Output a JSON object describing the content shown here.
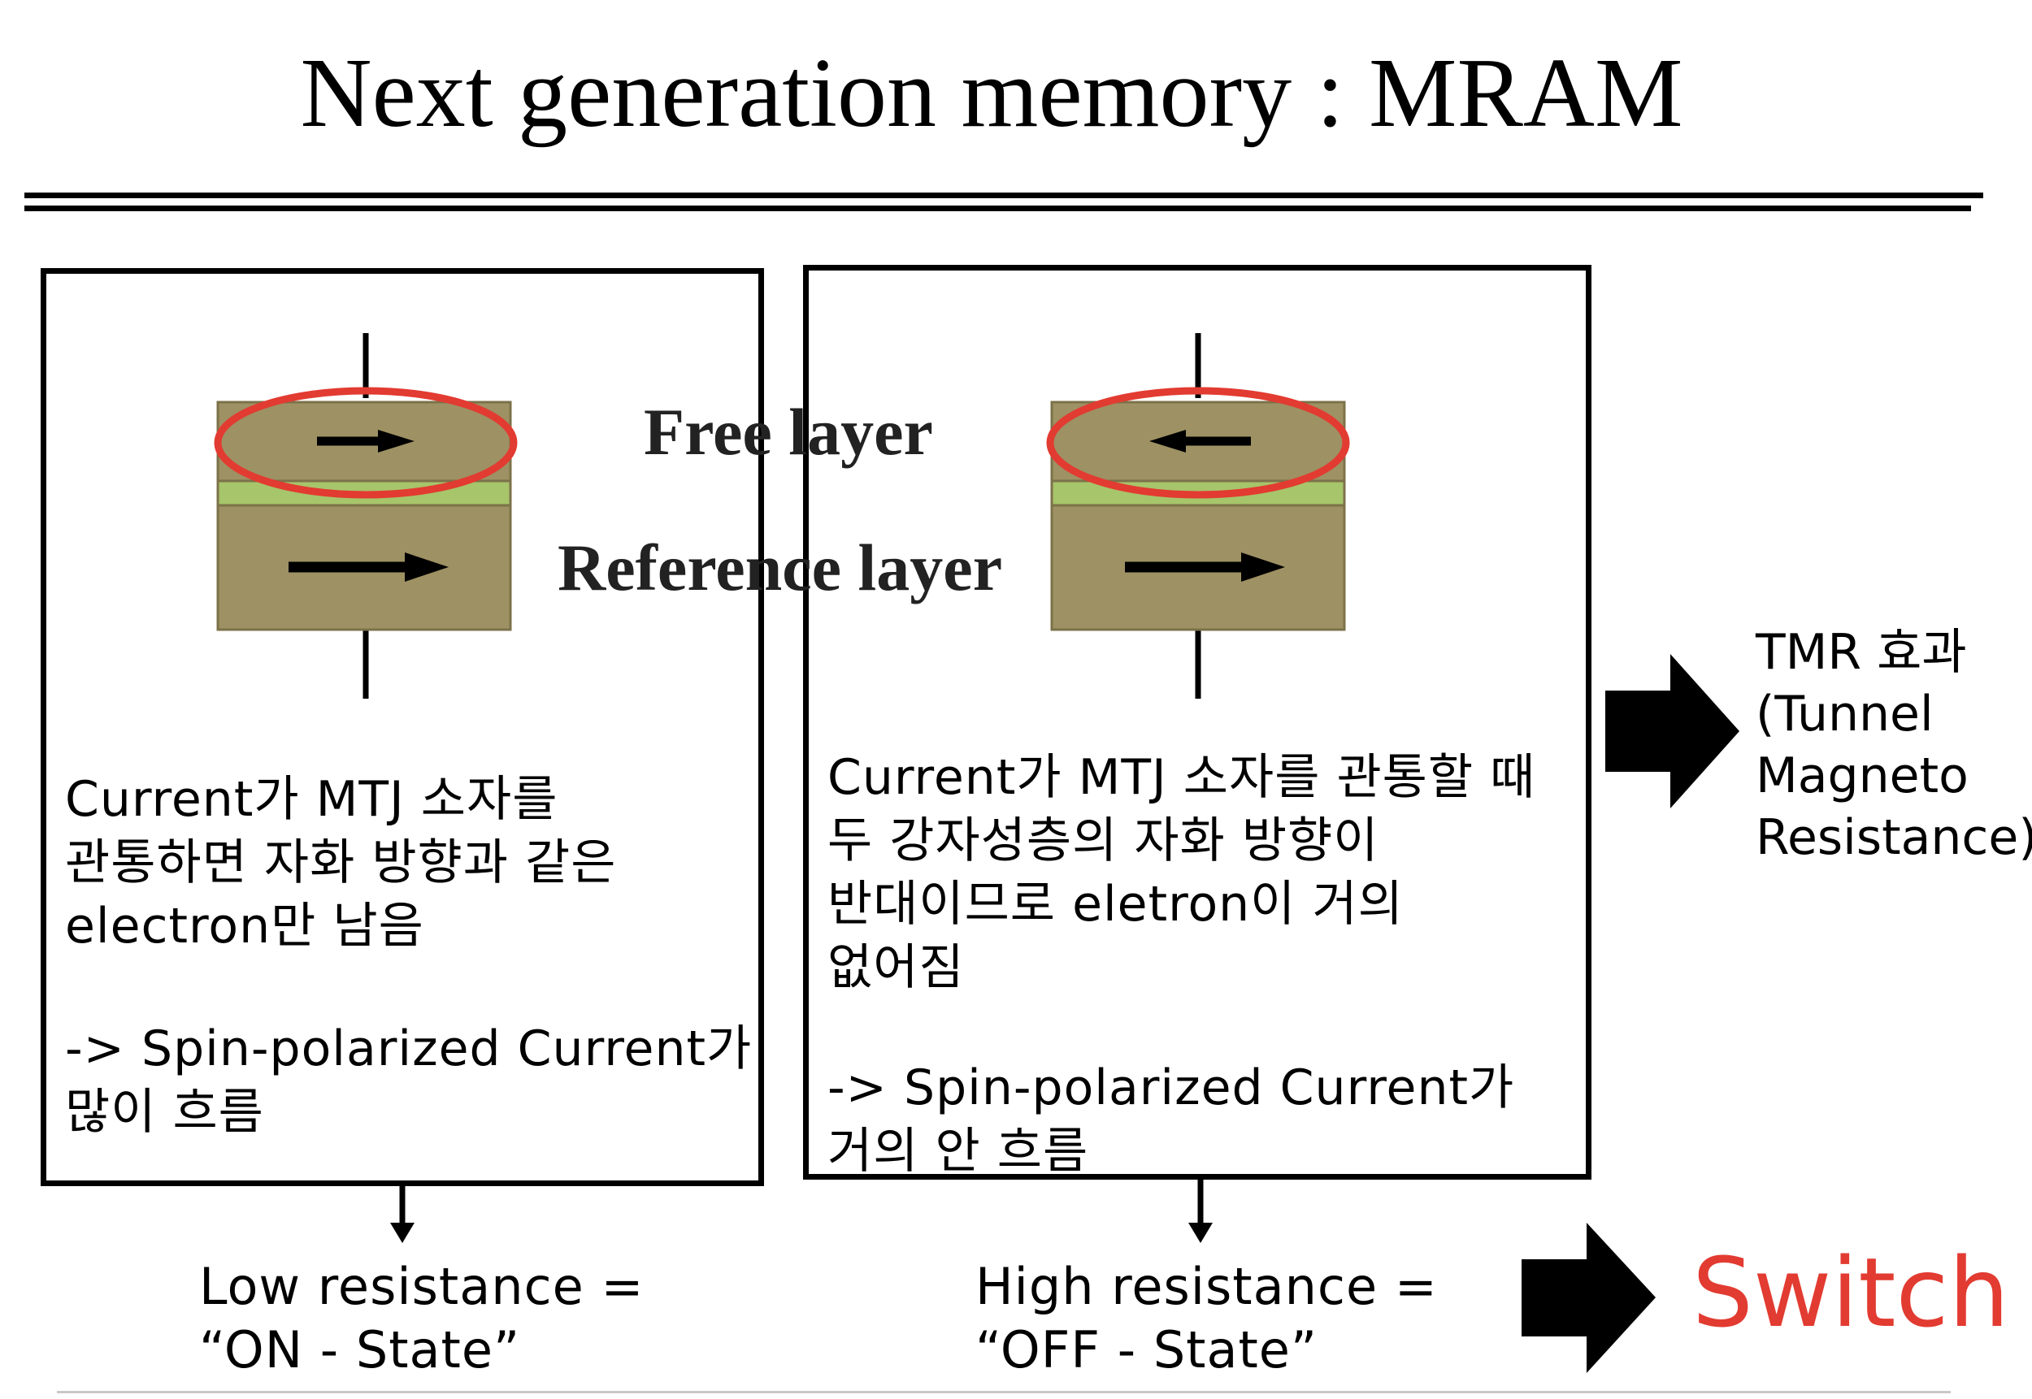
{
  "title": "Next generation memory : MRAM",
  "labels": {
    "free_layer": "Free layer",
    "reference_layer": "Reference layer"
  },
  "left_panel": {
    "desc_lines": [
      "Current가 MTJ 소자를",
      "관통하면 자화 방향과 같은",
      "electron만 남음"
    ],
    "result_lines": [
      "-> Spin-polarized Current가",
      "많이 흐름"
    ]
  },
  "right_panel": {
    "desc_lines": [
      "Current가 MTJ 소자를 관통할 때",
      "두 강자성층의 자화 방향이",
      "반대이므로 eletron이 거의",
      "없어짐"
    ],
    "result_lines": [
      "-> Spin-polarized Current가",
      "거의 안 흐름"
    ]
  },
  "left_state": [
    "Low resistance =",
    "“ON - State”"
  ],
  "right_state": [
    "High resistance =",
    "“OFF - State”"
  ],
  "tmr_lines": [
    "TMR 효과",
    "(Tunnel",
    "Magneto",
    "Resistance)"
  ],
  "switch_label": "Switch",
  "colors": {
    "layer_fill": "#9e9163",
    "barrier_fill": "#a7c56a",
    "highlight_ring": "#e23b31",
    "switch_text": "#e23b31"
  }
}
